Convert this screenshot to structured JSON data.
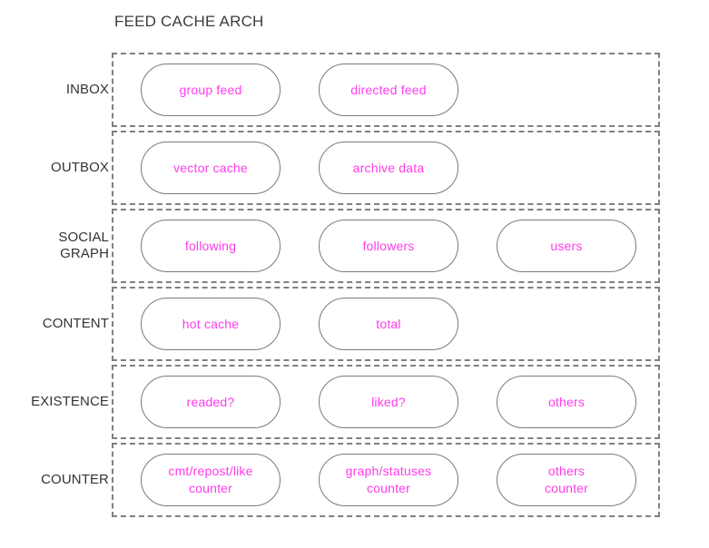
{
  "diagram": {
    "title": "FEED CACHE ARCH",
    "accent_color": "#ff3cec",
    "border_color": "#7a7a7a",
    "dashed_border_color": "#808080",
    "background_color": "#ffffff",
    "label_color": "#333333",
    "rows": [
      {
        "label": "INBOX",
        "items": [
          {
            "text": "group feed"
          },
          {
            "text": "directed feed"
          }
        ]
      },
      {
        "label": "OUTBOX",
        "items": [
          {
            "text": "vector cache"
          },
          {
            "text": "archive data"
          }
        ]
      },
      {
        "label": "SOCIAL\nGRAPH",
        "items": [
          {
            "text": "following"
          },
          {
            "text": "followers"
          },
          {
            "text": "users"
          }
        ]
      },
      {
        "label": "CONTENT",
        "items": [
          {
            "text": "hot cache"
          },
          {
            "text": "total"
          }
        ]
      },
      {
        "label": "EXISTENCE",
        "items": [
          {
            "text": "readed?"
          },
          {
            "text": "liked?"
          },
          {
            "text": "others"
          }
        ]
      },
      {
        "label": "COUNTER",
        "items": [
          {
            "text": "cmt/repost/like\ncounter"
          },
          {
            "text": "graph/statuses\ncounter"
          },
          {
            "text": "others\ncounter"
          }
        ]
      }
    ]
  }
}
